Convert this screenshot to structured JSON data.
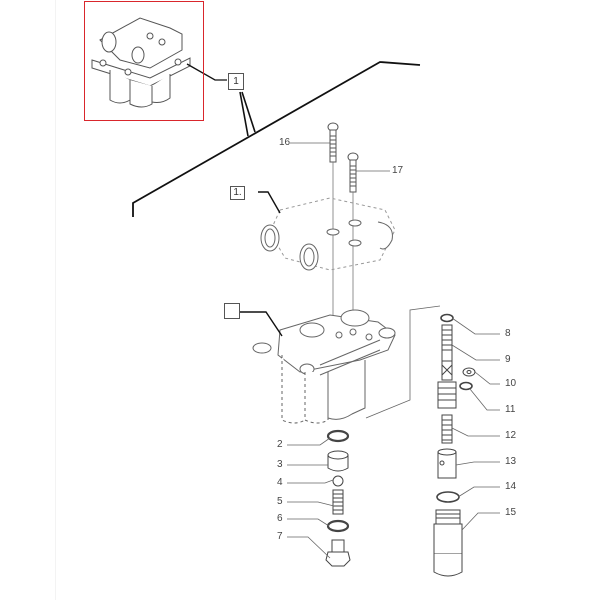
{
  "diagram": {
    "type": "exploded-parts-diagram",
    "subject": "valve assembly",
    "colors": {
      "inset_border": "#d9262c",
      "leader_dark": "#111111",
      "leader_gray": "#666666",
      "part_outline": "#555555"
    },
    "inset": {
      "callout": "1"
    },
    "callouts_boxed": [
      {
        "id": "box-1-inset",
        "text": "1"
      },
      {
        "id": "box-1-main",
        "text": "1."
      },
      {
        "id": "box-empty",
        "text": ""
      }
    ],
    "part_numbers": [
      {
        "n": "2",
        "part": "o-ring"
      },
      {
        "n": "3",
        "part": "plug cap"
      },
      {
        "n": "4",
        "part": "ball"
      },
      {
        "n": "5",
        "part": "spring"
      },
      {
        "n": "6",
        "part": "o-ring"
      },
      {
        "n": "7",
        "part": "plug"
      },
      {
        "n": "8",
        "part": "o-ring"
      },
      {
        "n": "9",
        "part": "spool"
      },
      {
        "n": "10",
        "part": "washer"
      },
      {
        "n": "11",
        "part": "o-ring"
      },
      {
        "n": "12",
        "part": "spring"
      },
      {
        "n": "13",
        "part": "sleeve"
      },
      {
        "n": "14",
        "part": "o-ring"
      },
      {
        "n": "15",
        "part": "cap nut"
      },
      {
        "n": "16",
        "part": "screw"
      },
      {
        "n": "17",
        "part": "screw"
      }
    ]
  }
}
